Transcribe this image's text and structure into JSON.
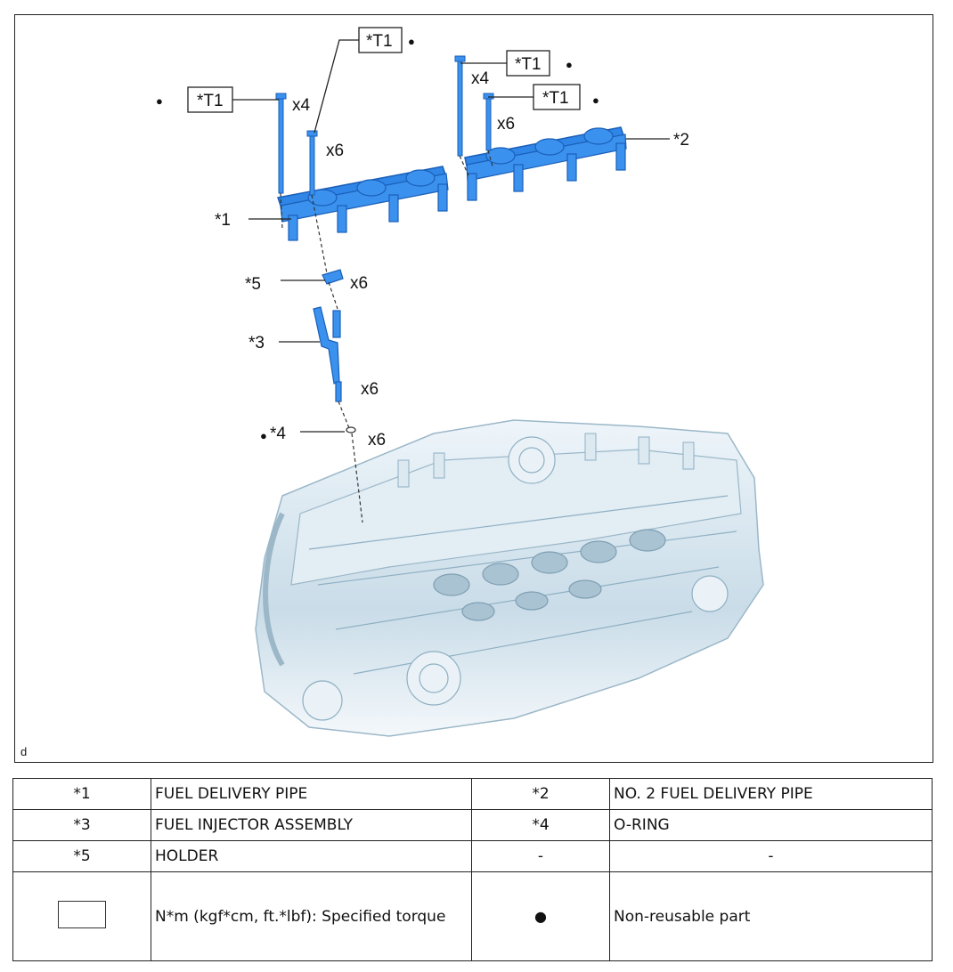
{
  "figure": {
    "code": "d",
    "callouts": {
      "p1": "*1",
      "p2": "*2",
      "p3": "*3",
      "p4": "*4",
      "p5": "*5",
      "t1": "*T1",
      "x4": "x4",
      "x6": "x6",
      "dot": "●"
    }
  },
  "legend": {
    "rows": [
      [
        {
          "key": "*1",
          "desc": "FUEL DELIVERY PIPE"
        },
        {
          "key": "*2",
          "desc": "NO. 2 FUEL DELIVERY PIPE"
        }
      ],
      [
        {
          "key": "*3",
          "desc": "FUEL INJECTOR ASSEMBLY"
        },
        {
          "key": "*4",
          "desc": "O-RING"
        }
      ],
      [
        {
          "key": "*5",
          "desc": "HOLDER"
        },
        {
          "key": "-",
          "desc": "-"
        }
      ]
    ],
    "symbols": {
      "torque_desc": "N*m (kgf*cm, ft.*lbf): Specified torque",
      "nonreusable_symbol": "●",
      "nonreusable_desc": "Non-reusable part"
    }
  },
  "colors": {
    "part_blue": "#2f86e6",
    "part_blue_dark": "#1a5fb8",
    "engine_fill": "#d7e6ef",
    "engine_shade": "#a9c3d3"
  }
}
